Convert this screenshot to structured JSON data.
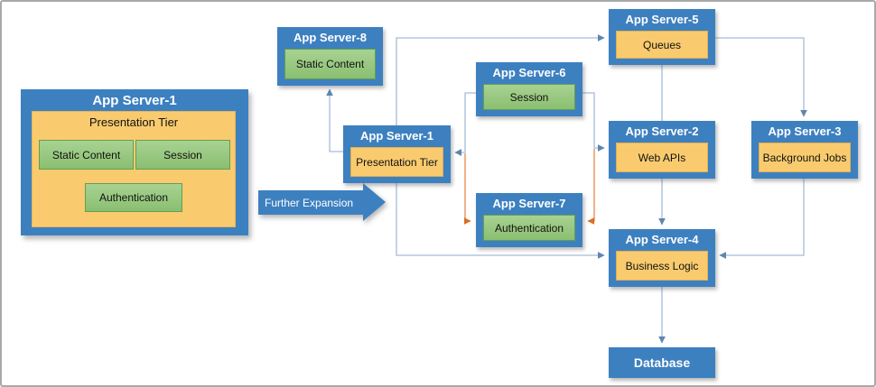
{
  "legacy_server": {
    "title": "App Server-1",
    "tier_label": "Presentation Tier",
    "components": {
      "static_content": "Static Content",
      "session": "Session",
      "authentication": "Authentication"
    }
  },
  "expansion": {
    "label": "Further Expansion"
  },
  "nodes": {
    "as8": {
      "title": "App Server-8",
      "component": "Static Content"
    },
    "as1": {
      "title": "App Server-1",
      "component": "Presentation Tier"
    },
    "as6": {
      "title": "App Server-6",
      "component": "Session"
    },
    "as7": {
      "title": "App Server-7",
      "component": "Authentication"
    },
    "as5": {
      "title": "App Server-5",
      "component": "Queues"
    },
    "as2": {
      "title": "App Server-2",
      "component": "Web APIs"
    },
    "as3": {
      "title": "App Server-3",
      "component": "Background Jobs"
    },
    "as4": {
      "title": "App Server-4",
      "component": "Business Logic"
    }
  },
  "database": {
    "title": "Database"
  },
  "colors": {
    "server_blue": "#3d80c0",
    "component_orange": "#f9cb6e",
    "component_green": "#97c77f",
    "connector_blue": "#a3bcd9",
    "connector_arrow_blue": "#5f86ae",
    "connector_orange": "#e8884a",
    "connector_arrow_orange": "#dc6f22"
  }
}
